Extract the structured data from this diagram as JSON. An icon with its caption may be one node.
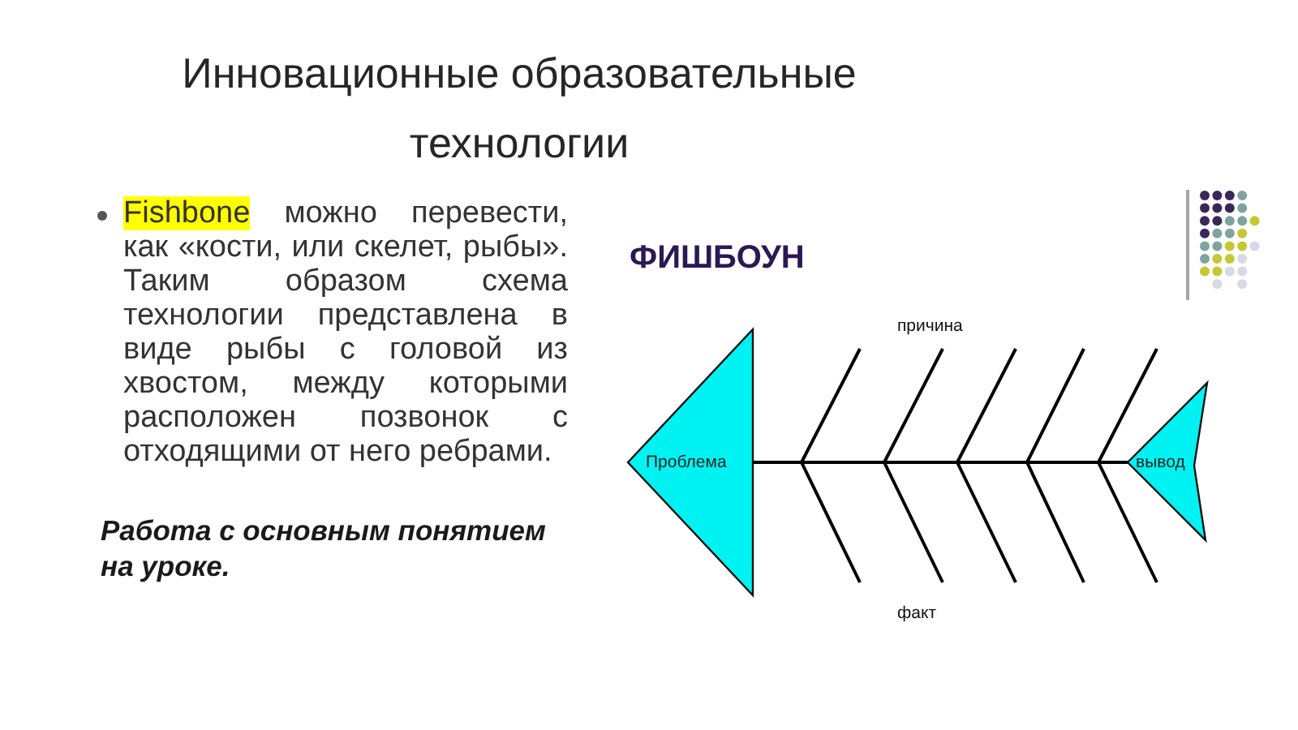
{
  "diagram": {
    "title": "Инновационные образовательные технологии",
    "nodes": [
      {
        "text": [
          "Проблема"
        ]
      },
      {
        "text": [
          "вывод"
        ]
      }
    ],
    "edges": [
      {
        "from": 0,
        "to": 1,
        "arrow": "none"
      }
    ],
    "labels": [
      "Fishbone можно перевести, как «кости, или скелет, рыбы». Таким образом схема технологии представлена в виде рыбы с головой из хвостом, между которыми расположен позвонок с отходящими от него ребрами.",
      "Работа с основным понятием на уроке.",
      "ФИШБОУН",
      "причина",
      "факт"
    ]
  }
}
